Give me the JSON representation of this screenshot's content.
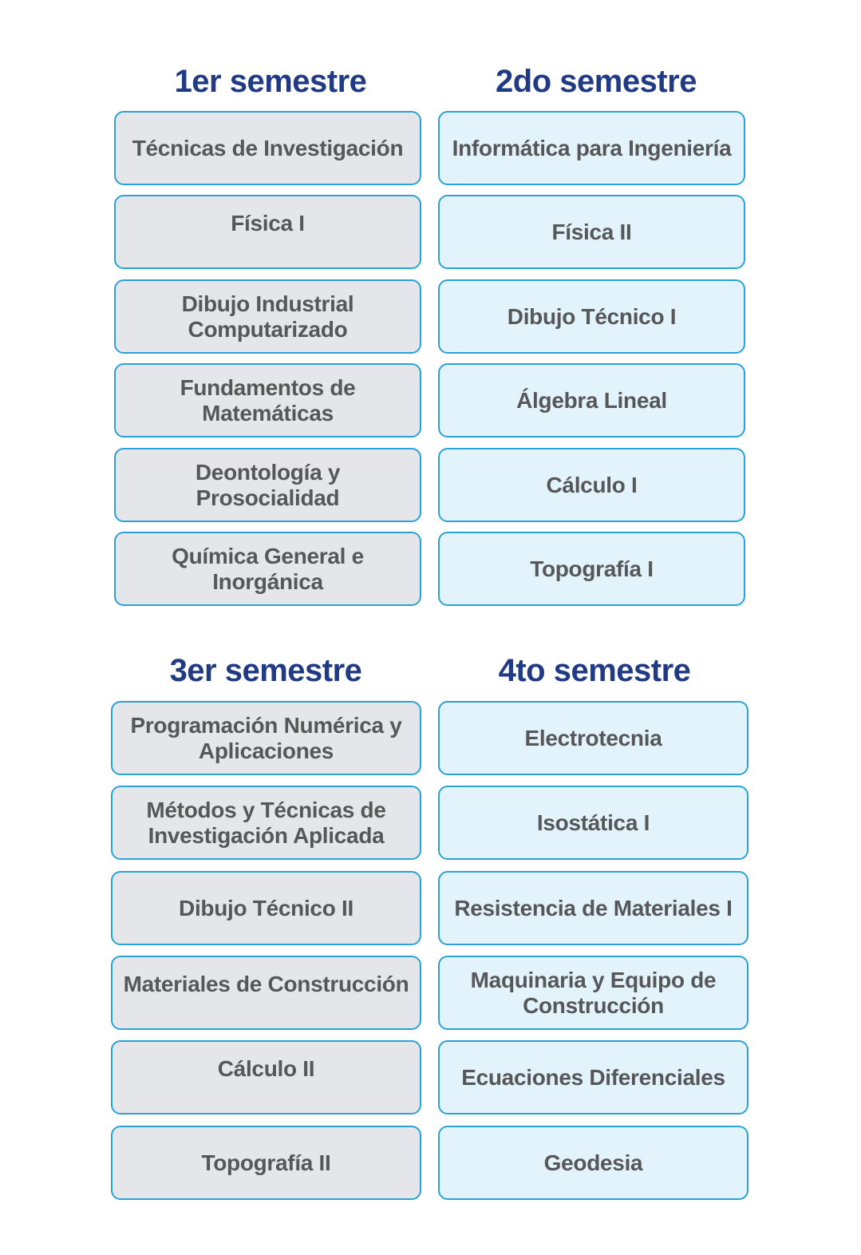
{
  "semesters": [
    {
      "title": "1er semestre",
      "courses": [
        "Técnicas de Investigación",
        "Física I",
        "Dibujo Industrial Computarizado",
        "Fundamentos de Matemáticas",
        "Deontología y Prosocialidad",
        "Química General e Inorgánica"
      ]
    },
    {
      "title": "2do semestre",
      "courses": [
        "Informática para Ingeniería",
        "Física II",
        "Dibujo Técnico I",
        "Álgebra Lineal",
        "Cálculo I",
        "Topografía I"
      ]
    },
    {
      "title": "3er semestre",
      "courses": [
        "Programación Numérica y Aplicaciones",
        "Métodos y Técnicas de Investigación Aplicada",
        "Dibujo Técnico II",
        "Materiales de Construcción",
        "Cálculo II",
        "Topografía II"
      ]
    },
    {
      "title": "4to semestre",
      "courses": [
        "Electrotecnia",
        "Isostática I",
        "Resistencia de Materiales I",
        "Maquinaria y Equipo de Construcción",
        "Ecuaciones Diferenciales",
        "Geodesia"
      ]
    }
  ],
  "colors": {
    "title": "#213a84",
    "box_border": "#2aa2d8",
    "odd_semester_fill": "#e5e6ea",
    "even_semester_fill": "#e3f3fc",
    "course_text": "#555759"
  }
}
